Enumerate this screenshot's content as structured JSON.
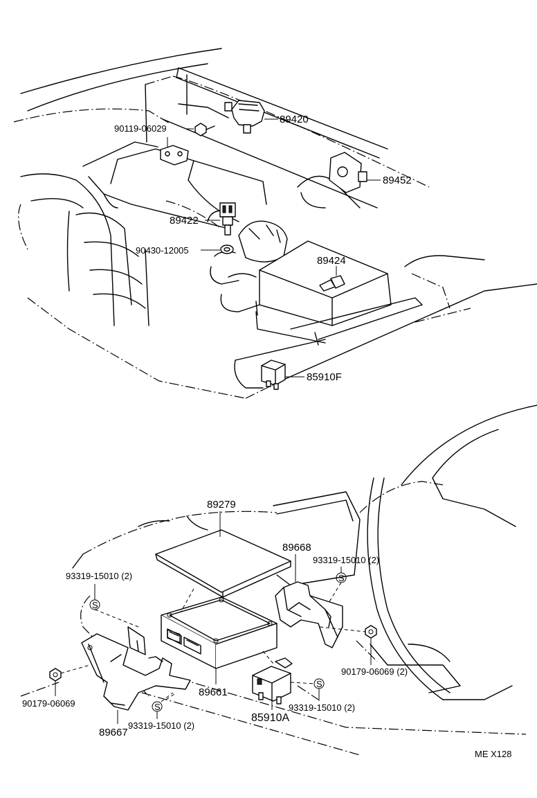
{
  "engine_bay": {
    "labels": {
      "p89420": "89420",
      "p90119": "90119-06029",
      "p89452": "89452",
      "p89422": "89422",
      "p90430": "90430-12005",
      "p89424": "89424",
      "p85910F": "85910F"
    }
  },
  "dash_area": {
    "labels": {
      "p89279": "89279",
      "p89668": "89668",
      "p93319_a": "93319-15010 (2)",
      "p93319_b": "93319-15010 (2)",
      "p93319_c": "93319-15010 (2)",
      "p93319_d": "93319-15010 (2)",
      "p90179_a": "90179-06069",
      "p90179_b": "90179-06069 (2)",
      "p89661": "89661",
      "p85910A": "85910A",
      "p89667": "89667"
    },
    "screw_symbol": "S"
  },
  "figure_code": "ME X128"
}
